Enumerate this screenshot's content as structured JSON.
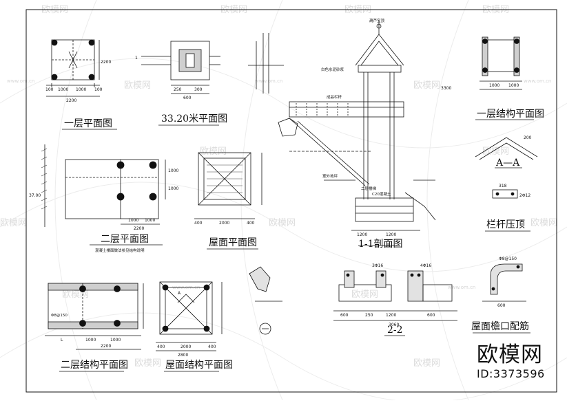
{
  "drawing": {
    "titles": {
      "floor1_plan": "一层平面图",
      "plan_3320": "33.20米平面图",
      "section_11": "1-1剖面图",
      "floor1_struct": "一层结构平面图",
      "floor2_plan": "二层平面图",
      "roof_plan": "屋面平面图",
      "section_aa": "A—A",
      "railing_cap": "栏杆压顶",
      "floor2_struct": "二层结构平面图",
      "roof_struct": "屋面结构平面图",
      "section_22": "2-2",
      "eave_rebar": "屋面檐口配筋"
    },
    "dims": {
      "d100": "100",
      "d1000": "1000",
      "d2200": "2200",
      "d2000": "2000",
      "d250": "250",
      "d300": "300",
      "d400": "400",
      "d600": "600",
      "d1200": "1200",
      "d2800": "2800",
      "d3300": "3300",
      "d3700": "37.00",
      "d318": "318",
      "d3b16": "3Φ16",
      "d2b12": "2Φ12",
      "dphi": "Φ8@150",
      "d200": "200",
      "d4b16": "4Φ16",
      "d3060": "3060",
      "mark1": "1",
      "markA": "A",
      "markL": "L"
    },
    "notes": {
      "roof_top": "葫芦宝顶",
      "gutter": "白色水泥砂浆",
      "railing": "成品栏杆",
      "stair": "二层楼梯",
      "slope_line": "室外地坪",
      "concrete": "C20混凝土",
      "note_floor2": "混凝土楼面做法参见结构说明"
    },
    "watermark": {
      "text": "欧模网",
      "domain": "www.om.cn"
    }
  },
  "brand": {
    "logo": "欧模网",
    "id": "ID:3373596"
  }
}
